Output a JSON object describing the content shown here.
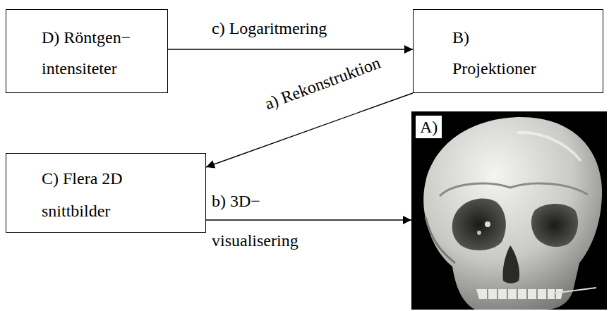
{
  "diagram": {
    "nodes": [
      {
        "text": [
          "D) Röntgen− intensiteter"
        ]
      },
      {
        "text": [
          "B) Projektioner"
        ]
      },
      {
        "text": [
          "A)"
        ]
      },
      {
        "text": [
          "C) Flera 2D snittbilder"
        ]
      }
    ],
    "edges": [
      {
        "from": 0,
        "to": 1,
        "label": "c) Logaritmering",
        "arrow": "to"
      },
      {
        "from": 1,
        "to": 3,
        "label": "a) Rekonstruktion",
        "arrow": "to"
      },
      {
        "from": 3,
        "to": 2,
        "label": "b) 3D− visualisering",
        "arrow": "to"
      }
    ]
  }
}
